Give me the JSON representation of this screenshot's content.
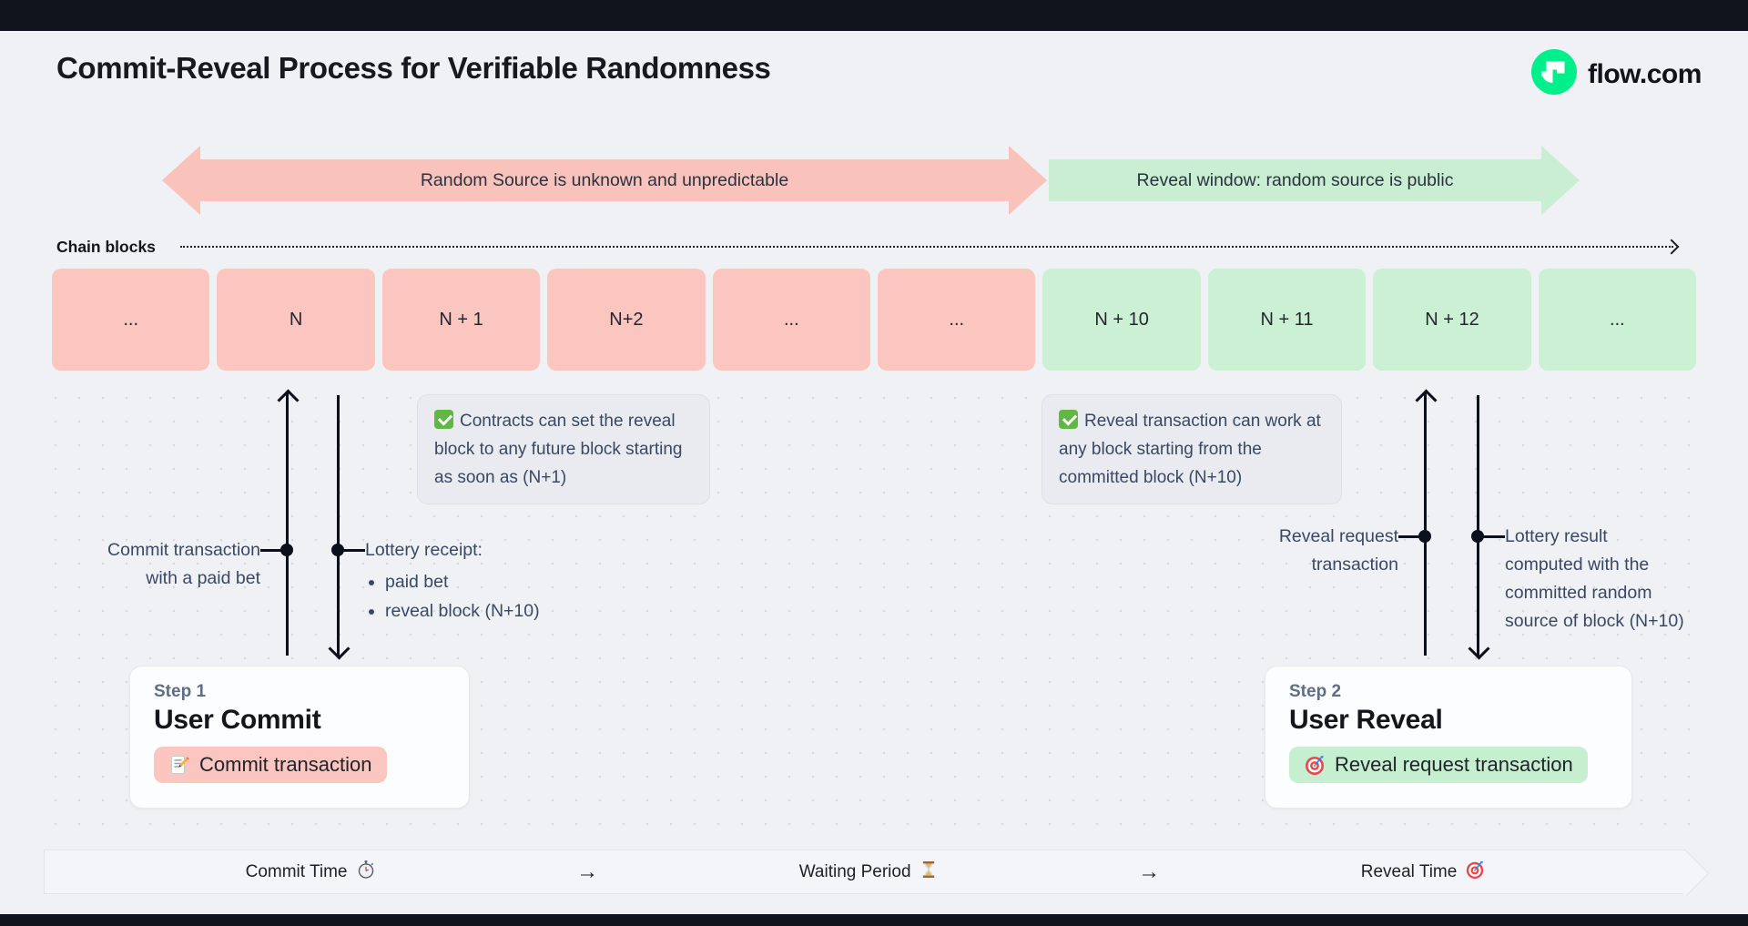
{
  "header": {
    "title": "Commit-Reveal Process for Verifiable Randomness",
    "brand": "flow.com",
    "brand_color": "#00ef8b"
  },
  "phase_arrows": {
    "unknown": {
      "label": "Random Source is unknown and unpredictable",
      "color": "#f9c3bc"
    },
    "reveal": {
      "label": "Reveal window: random source is public",
      "color": "#c9eed2"
    }
  },
  "chain": {
    "label": "Chain blocks",
    "commit_block_color": "#fbc6bf",
    "reveal_block_color": "#cbf0d3",
    "blocks": [
      {
        "label": "...",
        "phase": "commit"
      },
      {
        "label": "N",
        "phase": "commit"
      },
      {
        "label": "N + 1",
        "phase": "commit"
      },
      {
        "label": "N+2",
        "phase": "commit"
      },
      {
        "label": "...",
        "phase": "commit"
      },
      {
        "label": "...",
        "phase": "commit"
      },
      {
        "label": "N + 10",
        "phase": "reveal"
      },
      {
        "label": "N + 11",
        "phase": "reveal"
      },
      {
        "label": "N + 12",
        "phase": "reveal"
      },
      {
        "label": "...",
        "phase": "reveal"
      }
    ]
  },
  "callouts": {
    "commit": {
      "icon": "check-icon",
      "text": "Contracts can set the reveal block to any future block starting as soon as (N+1)"
    },
    "reveal": {
      "icon": "check-icon",
      "text": "Reveal transaction can work at any block starting from the committed block (N+10)"
    }
  },
  "annotations": {
    "commit_tx": {
      "lines": [
        "Commit transaction",
        "with a paid bet"
      ]
    },
    "lottery_receipt": {
      "title": "Lottery receipt:",
      "bullets": [
        "paid bet",
        "reveal block (N+10)"
      ]
    },
    "reveal_tx": {
      "lines": [
        "Reveal request",
        "transaction"
      ]
    },
    "lottery_result": {
      "lines": [
        "Lottery result",
        "computed with the",
        "committed random",
        "source of block (N+10)"
      ]
    }
  },
  "steps": {
    "commit": {
      "kicker": "Step 1",
      "title": "User Commit",
      "badge_label": "Commit transaction",
      "badge_icon": "memo-icon",
      "badge_color": "#fbc6bf"
    },
    "reveal": {
      "kicker": "Step 2",
      "title": "User Reveal",
      "badge_label": "Reveal request transaction",
      "badge_icon": "target-icon",
      "badge_color": "#c6efd0"
    }
  },
  "timeline": {
    "items": [
      {
        "label": "Commit Time",
        "icon": "stopwatch-icon"
      },
      {
        "label": "→",
        "icon": null
      },
      {
        "label": "Waiting Period",
        "icon": "hourglass-icon"
      },
      {
        "label": "→",
        "icon": null
      },
      {
        "label": "Reveal Time",
        "icon": "target-icon"
      }
    ]
  }
}
